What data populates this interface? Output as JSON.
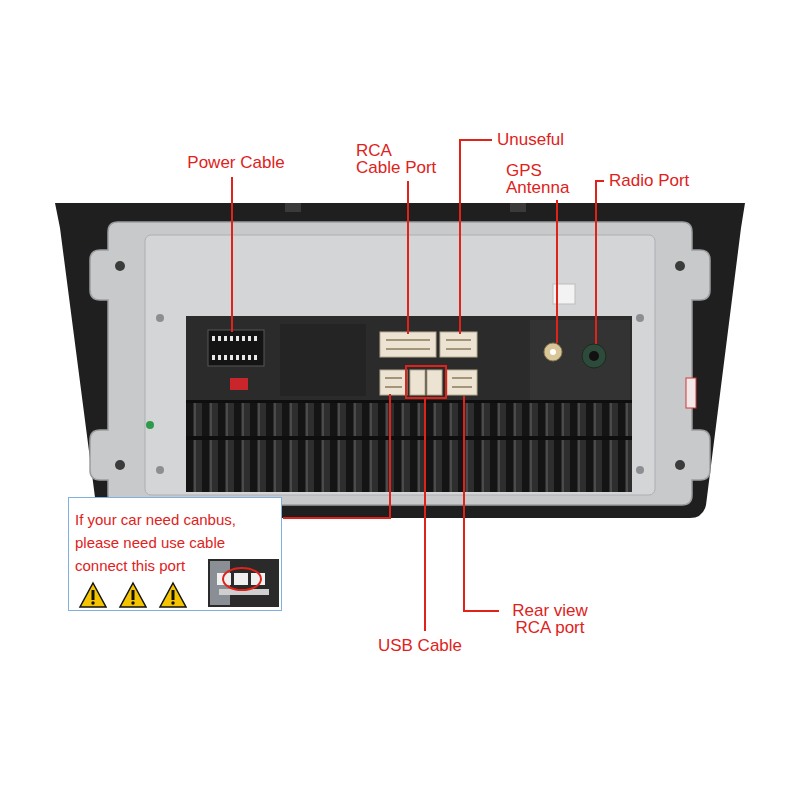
{
  "diagram": {
    "nodes": [
      {
        "text": [
          "If your car need canbus, please need use cable connect this port"
        ]
      }
    ],
    "labels": [
      "Power Cable",
      "RCA Cable Port",
      "Unuseful",
      "GPS Antenna",
      "Radio Port",
      "USB Cable",
      "Rear view RCA port"
    ]
  }
}
